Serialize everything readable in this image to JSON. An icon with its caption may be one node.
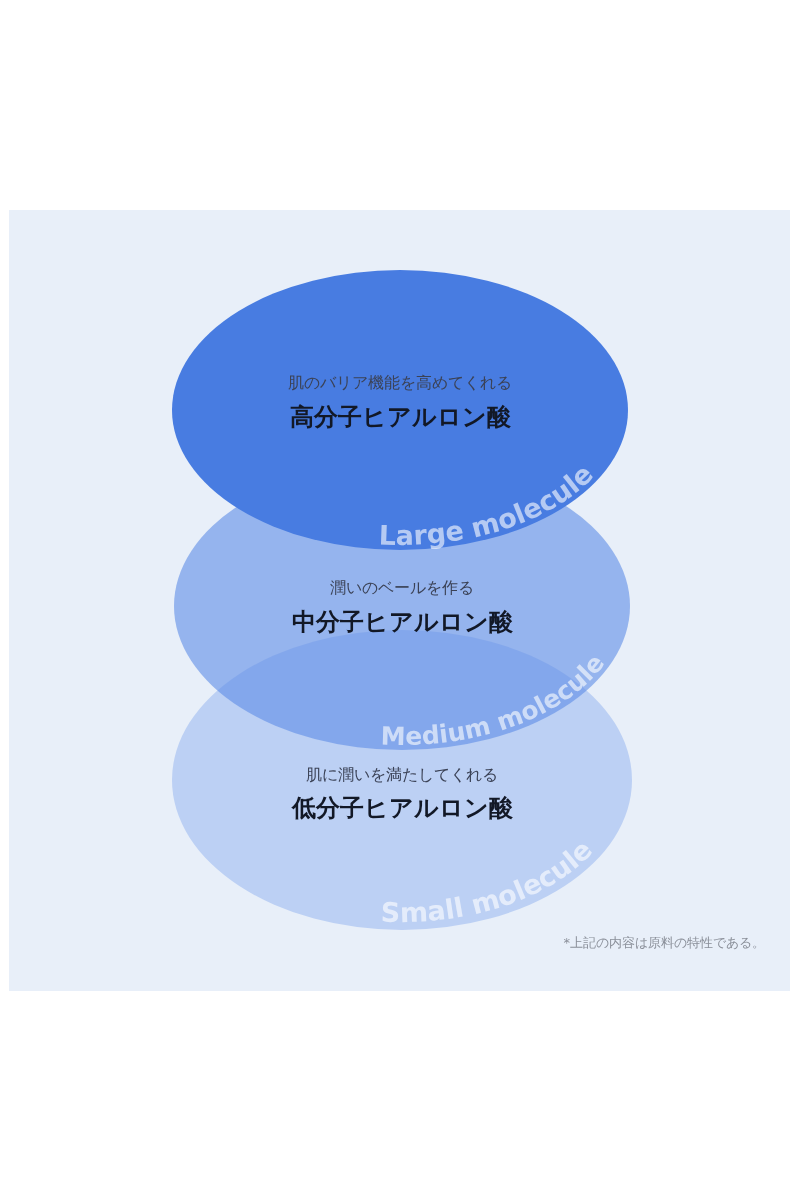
{
  "diagram": {
    "nodes": [
      {
        "text": [
          "肌のバリア機能を高めてくれる",
          "高分子ヒアルロン酸",
          "Large molecule"
        ]
      },
      {
        "text": [
          "潤いのベールを作る",
          "中分子ヒアルロン酸",
          "Medium molecule"
        ]
      },
      {
        "text": [
          "肌に潤いを満たしてくれる",
          "低分子ヒアルロン酸",
          "Small molecule"
        ]
      }
    ],
    "labels": [
      "*上記の内容は原料の特性である。"
    ]
  }
}
